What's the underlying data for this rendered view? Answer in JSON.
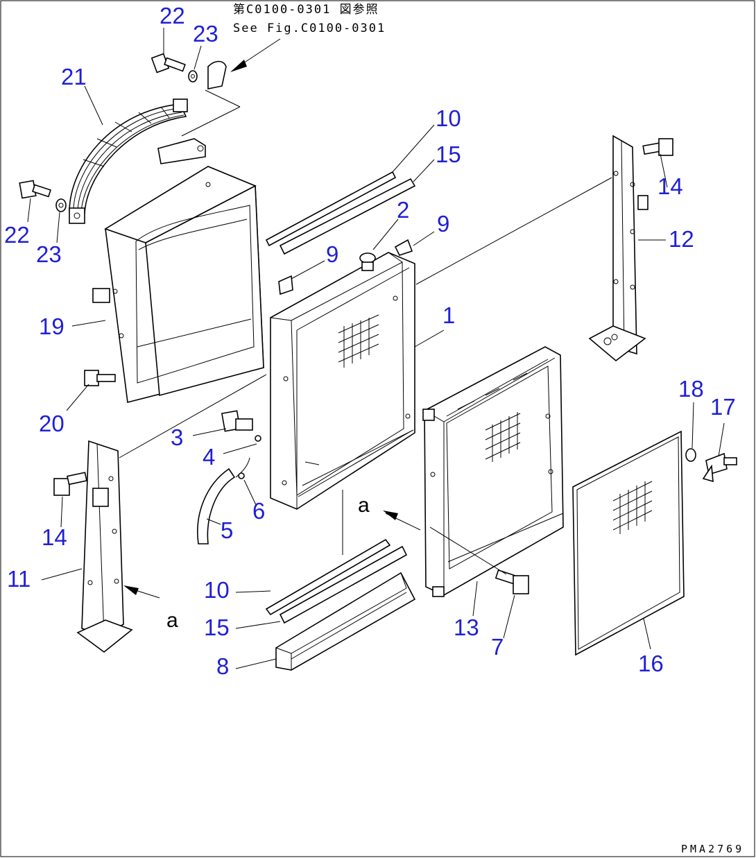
{
  "header": {
    "reference_jp": "第C0100-0301 図参照",
    "reference_en": "See Fig.C0100-0301"
  },
  "footer": {
    "drawing_code": "PMA2769"
  },
  "view_marker": "a",
  "callouts": {
    "c1": "1",
    "c2": "2",
    "c3": "3",
    "c4": "4",
    "c5": "5",
    "c6": "6",
    "c7": "7",
    "c8": "8",
    "c9": "9",
    "c10": "10",
    "c11": "11",
    "c12": "12",
    "c13": "13",
    "c14": "14",
    "c15": "15",
    "c16": "16",
    "c17": "17",
    "c18": "18",
    "c19": "19",
    "c20": "20",
    "c21": "21",
    "c22": "22",
    "c23": "23"
  },
  "colors": {
    "callout": "#1f1fd6",
    "line": "#000000",
    "background": "#ffffff"
  }
}
